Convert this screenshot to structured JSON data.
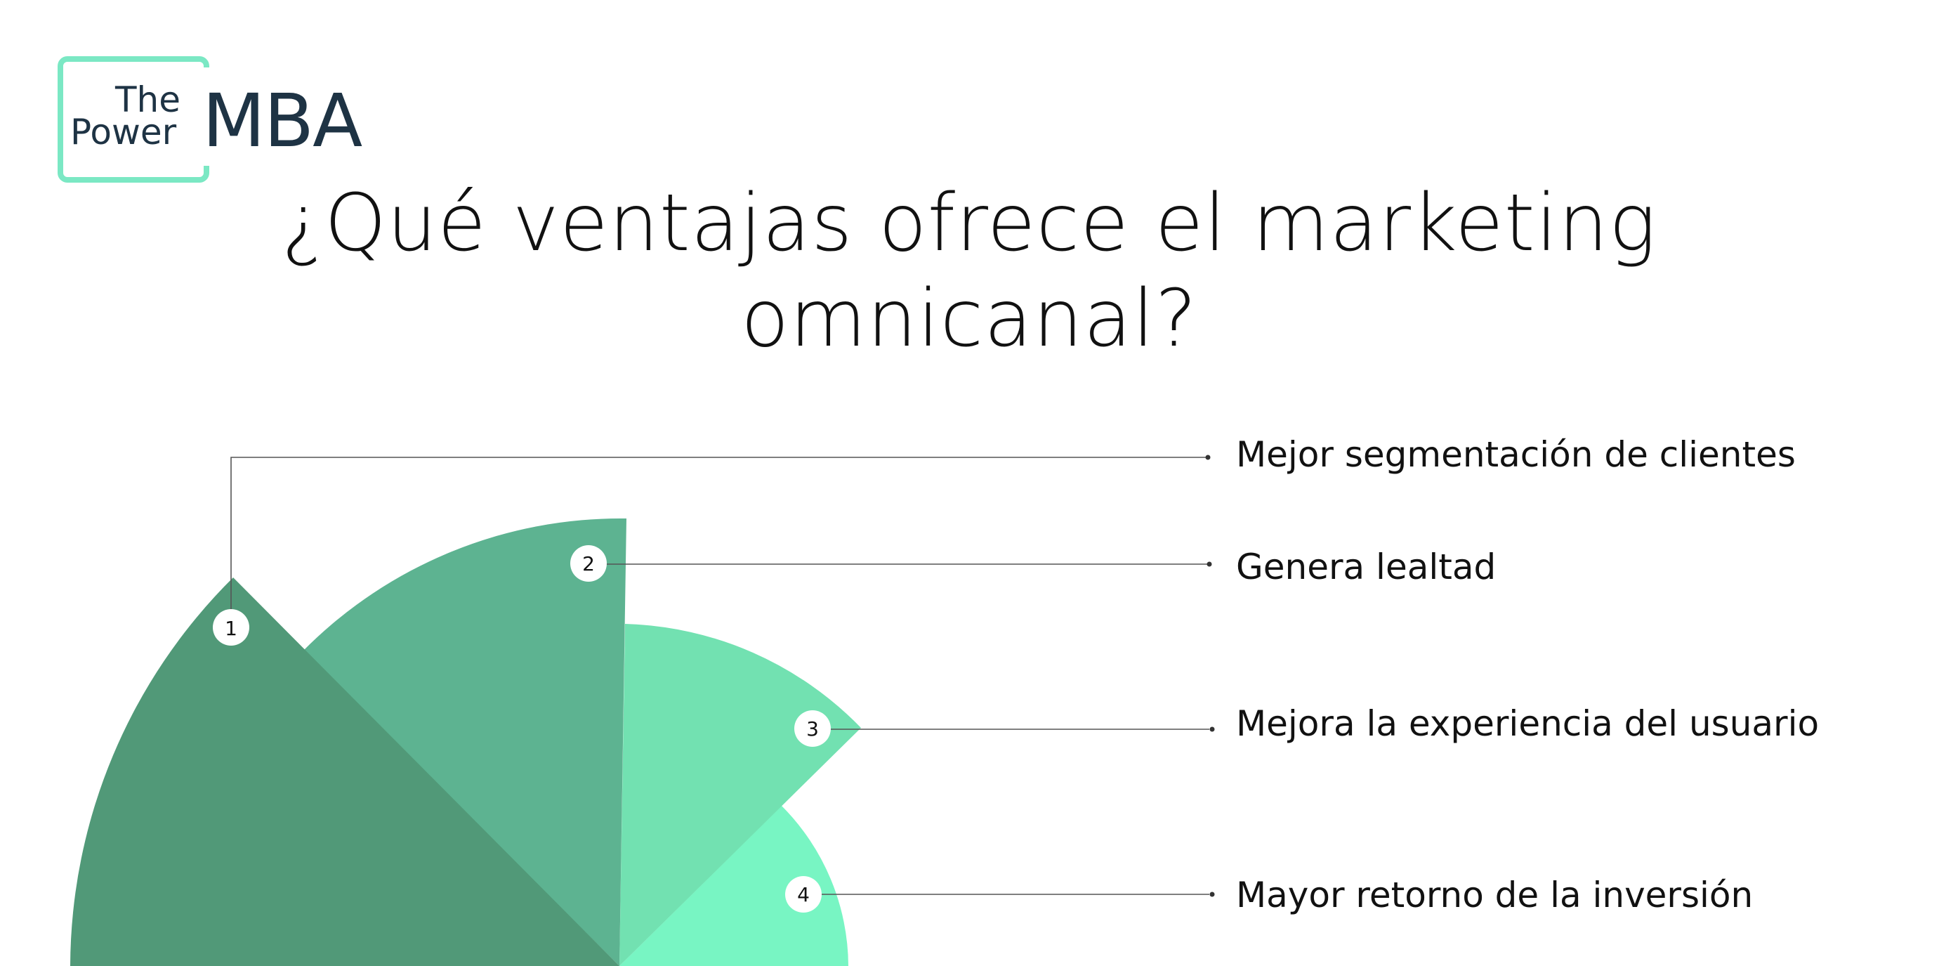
{
  "logo": {
    "the": "The",
    "power": "Power",
    "mba": "MBA",
    "accent_color": "#7be8c4",
    "text_color": "#1e3344"
  },
  "title": {
    "line1": "¿Qué ventajas ofrece el marketing",
    "line2": "omnicanal?"
  },
  "items": [
    {
      "number": "1",
      "label": "Mejor segmentación de clientes",
      "color": "#519978"
    },
    {
      "number": "2",
      "label": "Genera lealtad",
      "color": "#5db391"
    },
    {
      "number": "3",
      "label": "Mejora la experiencia del usuario",
      "color": "#72e1b1"
    },
    {
      "number": "4",
      "label": "Mayor retorno de la inversión",
      "color": "#78f5c3"
    }
  ]
}
